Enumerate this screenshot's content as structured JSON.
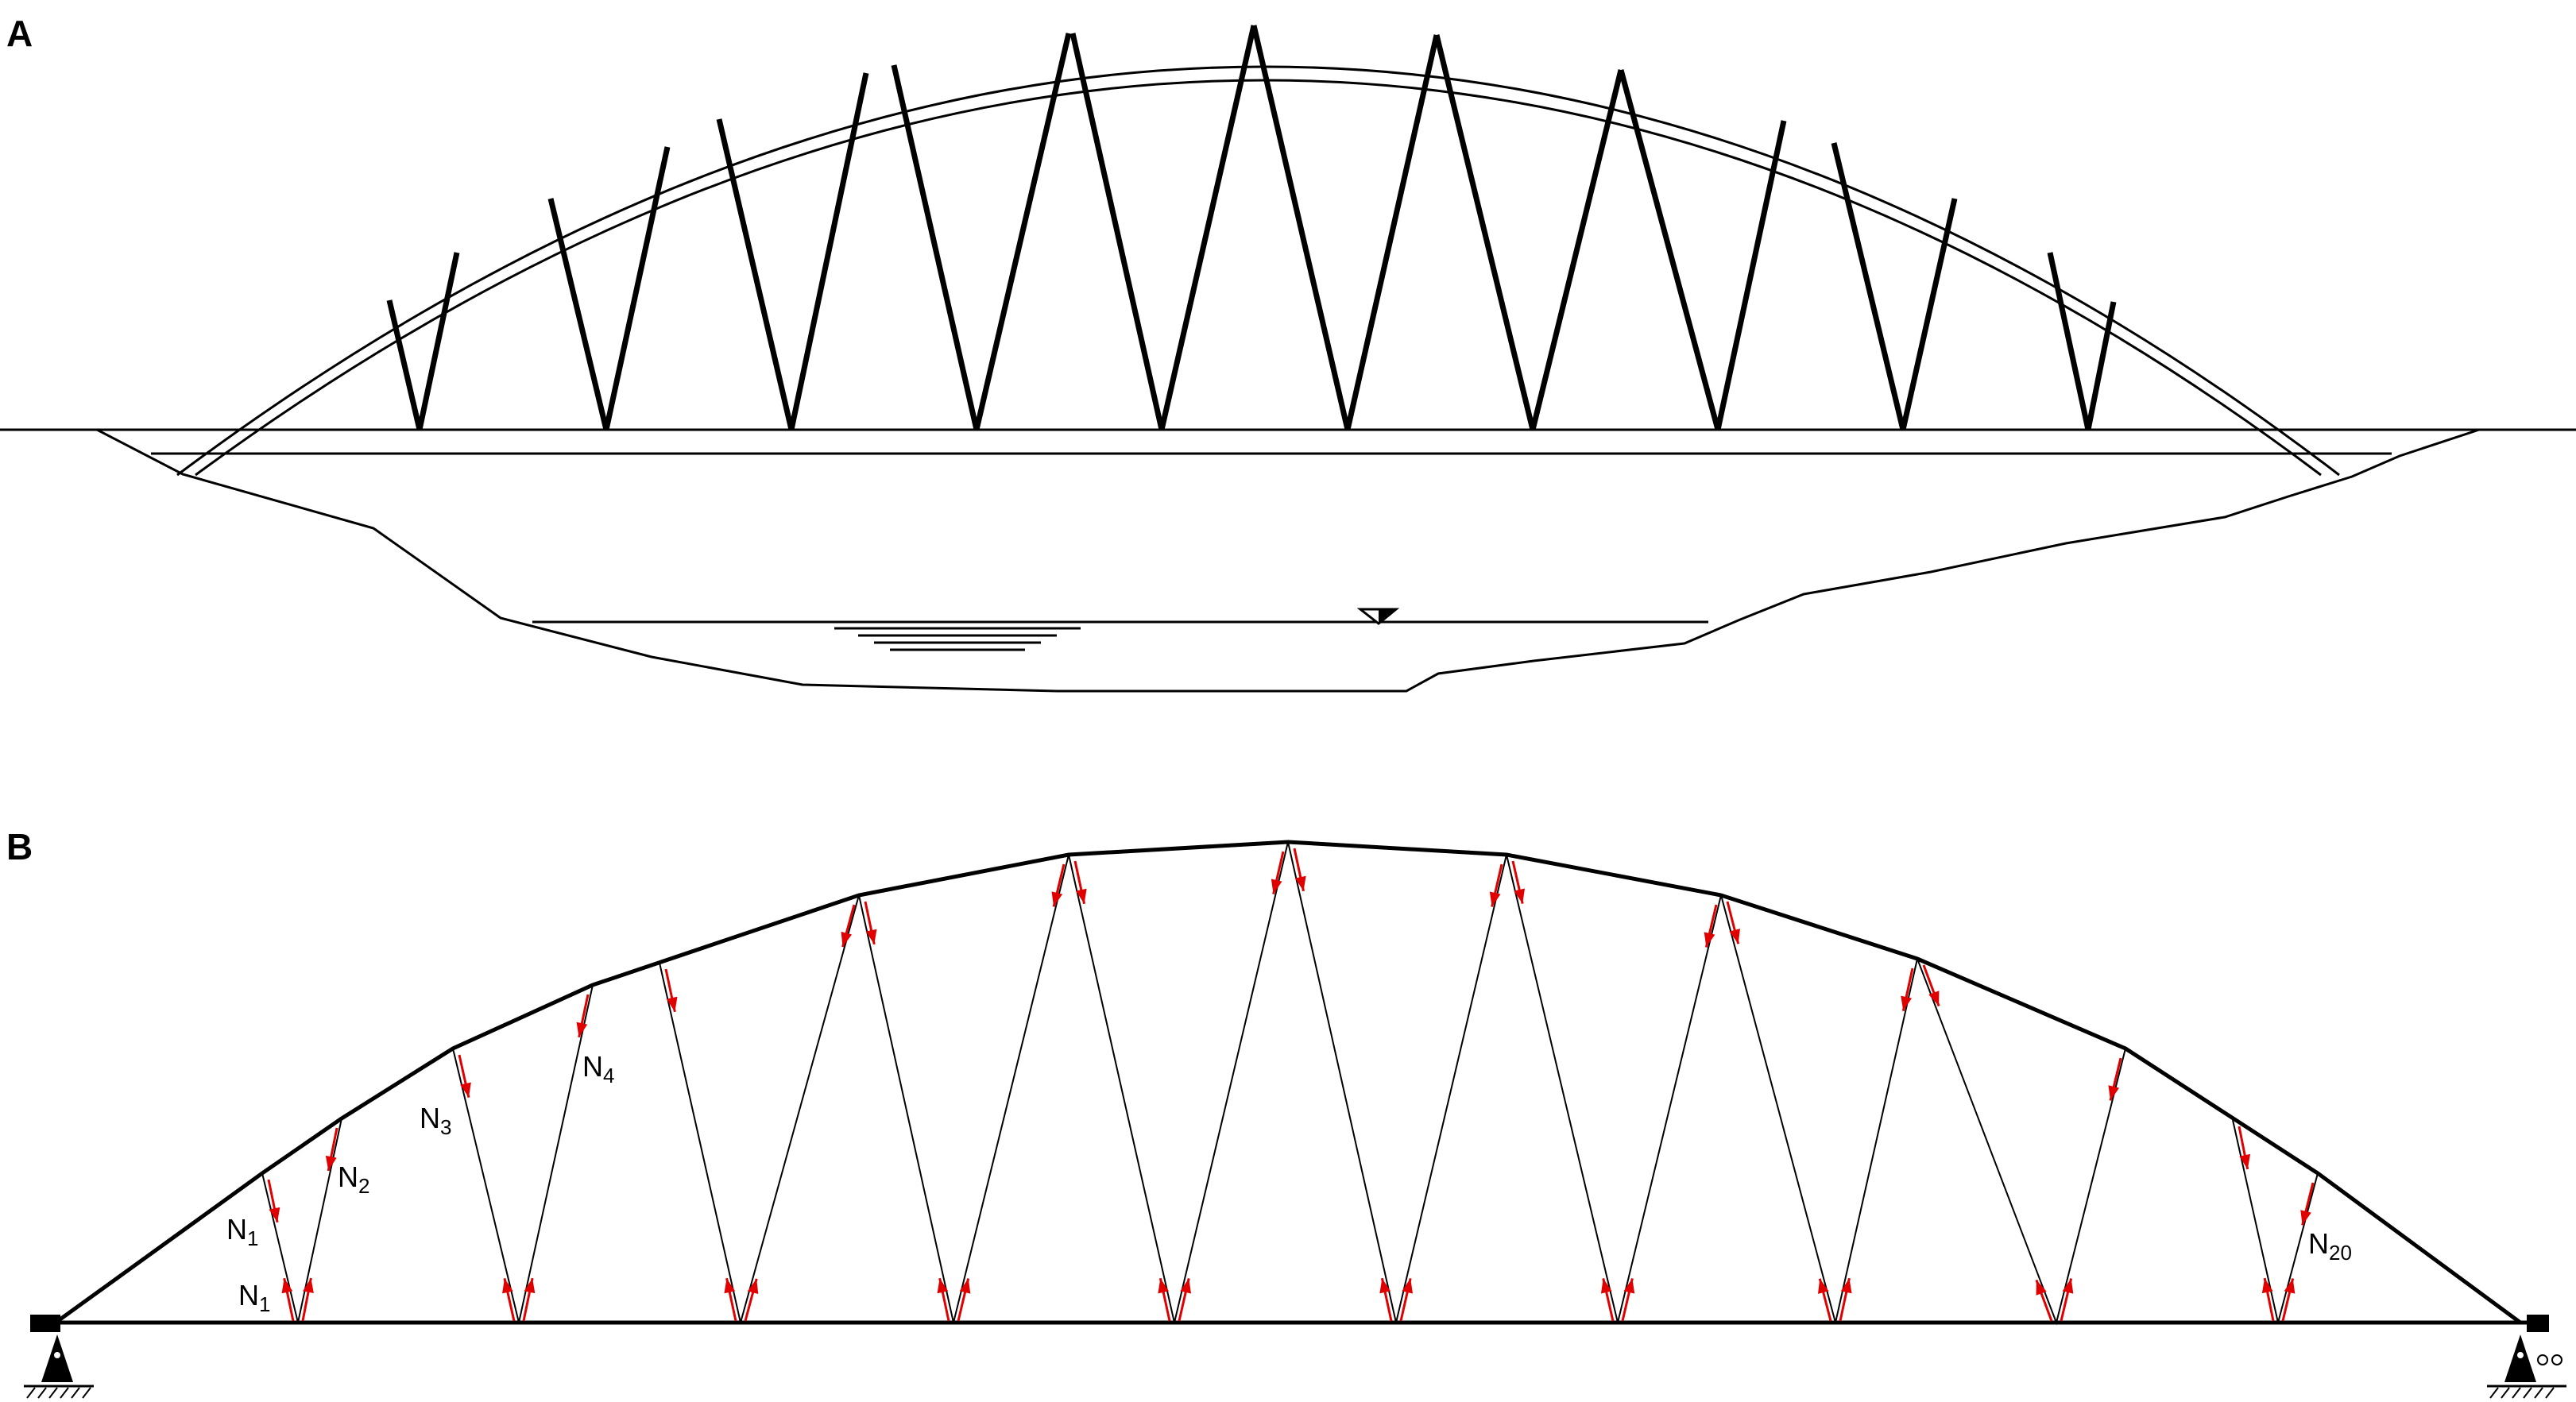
{
  "panels": {
    "a": {
      "label": "A"
    },
    "b": {
      "label": "B"
    }
  },
  "annotations": {
    "n1_upper": {
      "main": "N",
      "sub": "1"
    },
    "n1_lower": {
      "main": "N",
      "sub": "1"
    },
    "n2": {
      "main": "N",
      "sub": "2"
    },
    "n3": {
      "main": "N",
      "sub": "3"
    },
    "n4": {
      "main": "N",
      "sub": "4"
    },
    "n20": {
      "main": "N",
      "sub": "20"
    }
  },
  "colors": {
    "line": "#000000",
    "force_arrow": "#e00000",
    "background": "#ffffff"
  }
}
